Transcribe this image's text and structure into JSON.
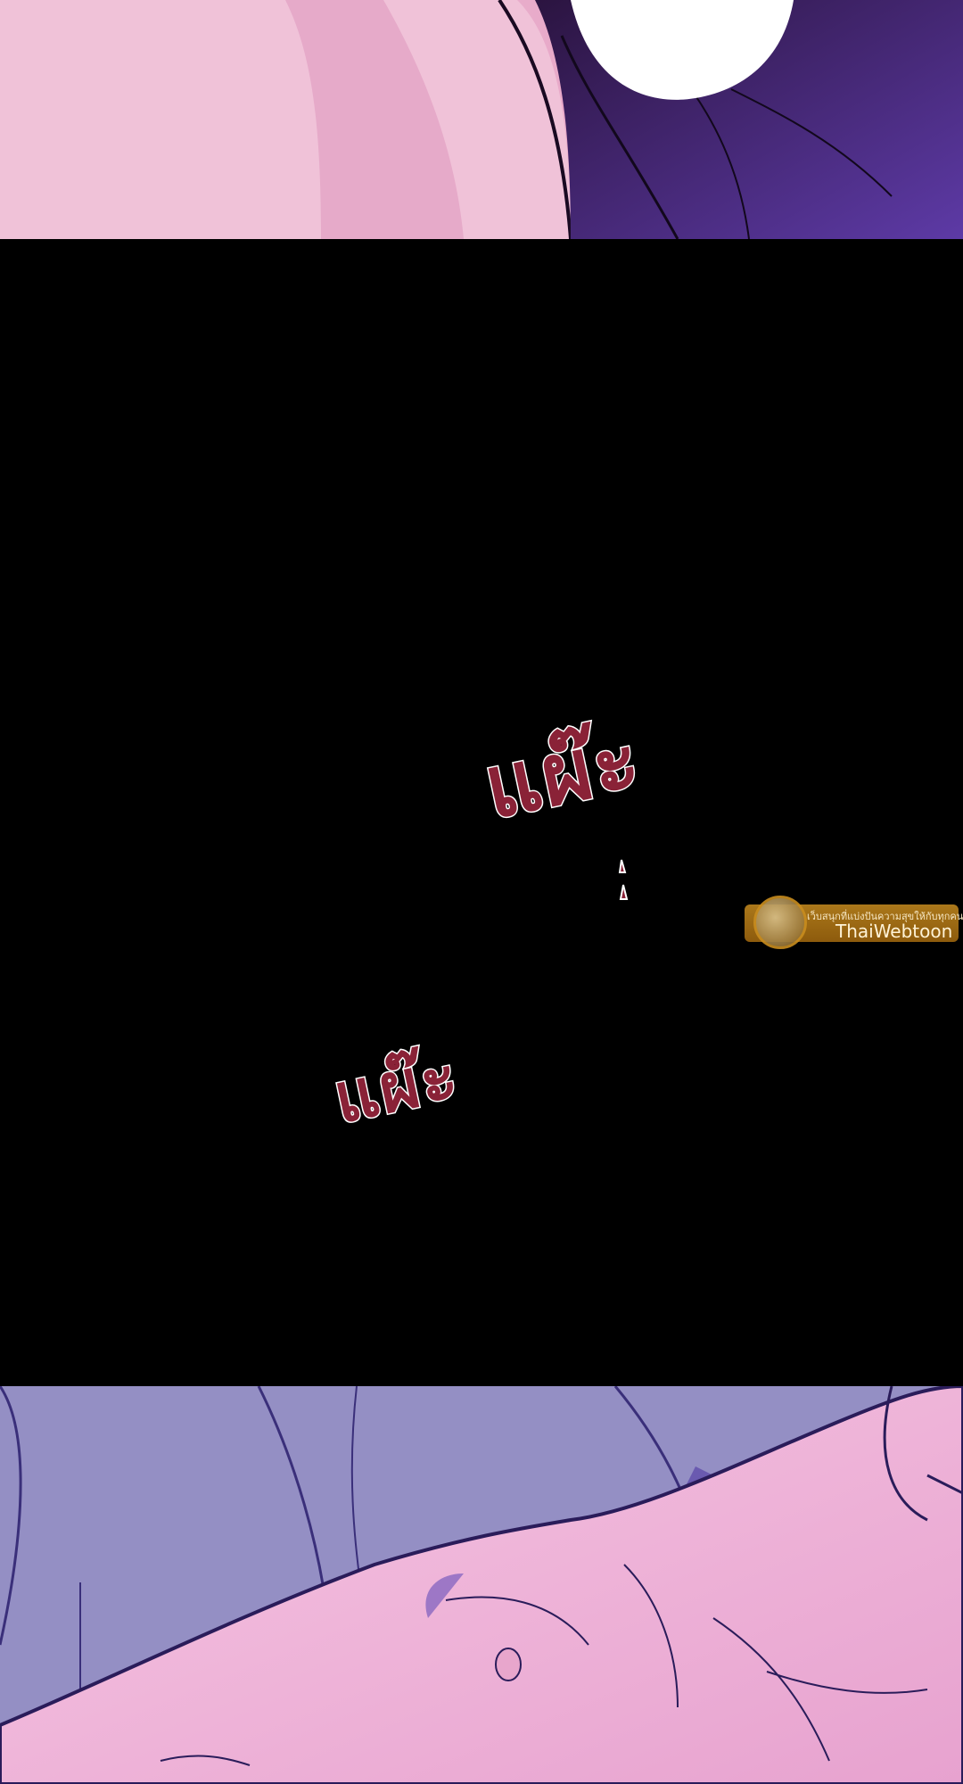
{
  "comic": {
    "sfx_primary": "แผ๊ะ",
    "sfx_secondary": "แผ๊ะ"
  },
  "watermark": {
    "tagline": "เว็บสนุกที่แบ่งปันความสุขให้กับทุกคน",
    "brand": "ThaiWebtoon"
  },
  "colors": {
    "background": "#000000",
    "sfx_fill": "#8a2237",
    "sfx_outline": "#ffffff",
    "skin_pink": "#f0b8d8",
    "hair_purple": "#4a2a86",
    "bedsheet_lavender": "#948fc4",
    "watermark_gold": "#c98d1f"
  },
  "icons": {
    "watermark_logo": "thaiwebtoon-logo-icon"
  }
}
